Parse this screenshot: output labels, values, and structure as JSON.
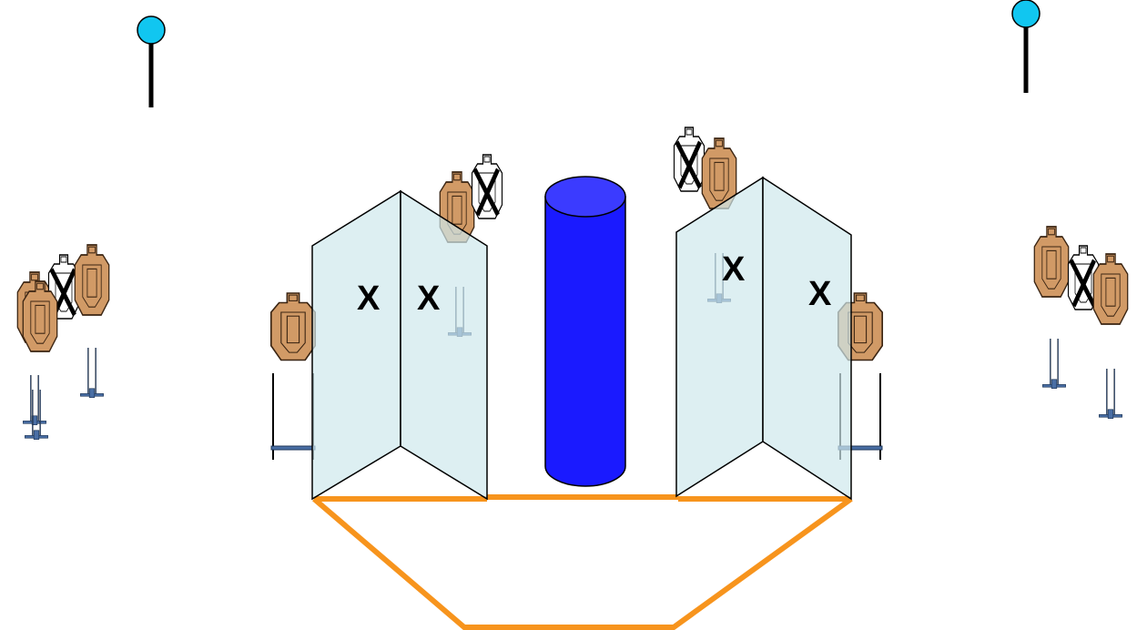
{
  "scene": {
    "labels": {
      "x_left_panel_1": "X",
      "x_left_panel_2": "X",
      "x_right_panel_1": "X",
      "x_right_panel_2": "X"
    },
    "colors": {
      "target": "#d19a66",
      "target_dark": "#5c3a1e",
      "no_shoot": "#ffffff",
      "wall": "#cfe8ec",
      "barrel": "#1a1aff",
      "barrel_top": "#3b3bff",
      "fault_line": "#f7941d",
      "pole_ball": "#11c6f0",
      "stand": "#4a6fa5"
    },
    "icons": [
      "steel-popper-icon",
      "shoot-target-icon",
      "no-shoot-target-icon",
      "barrel-icon",
      "vision-barrier-icon"
    ]
  }
}
